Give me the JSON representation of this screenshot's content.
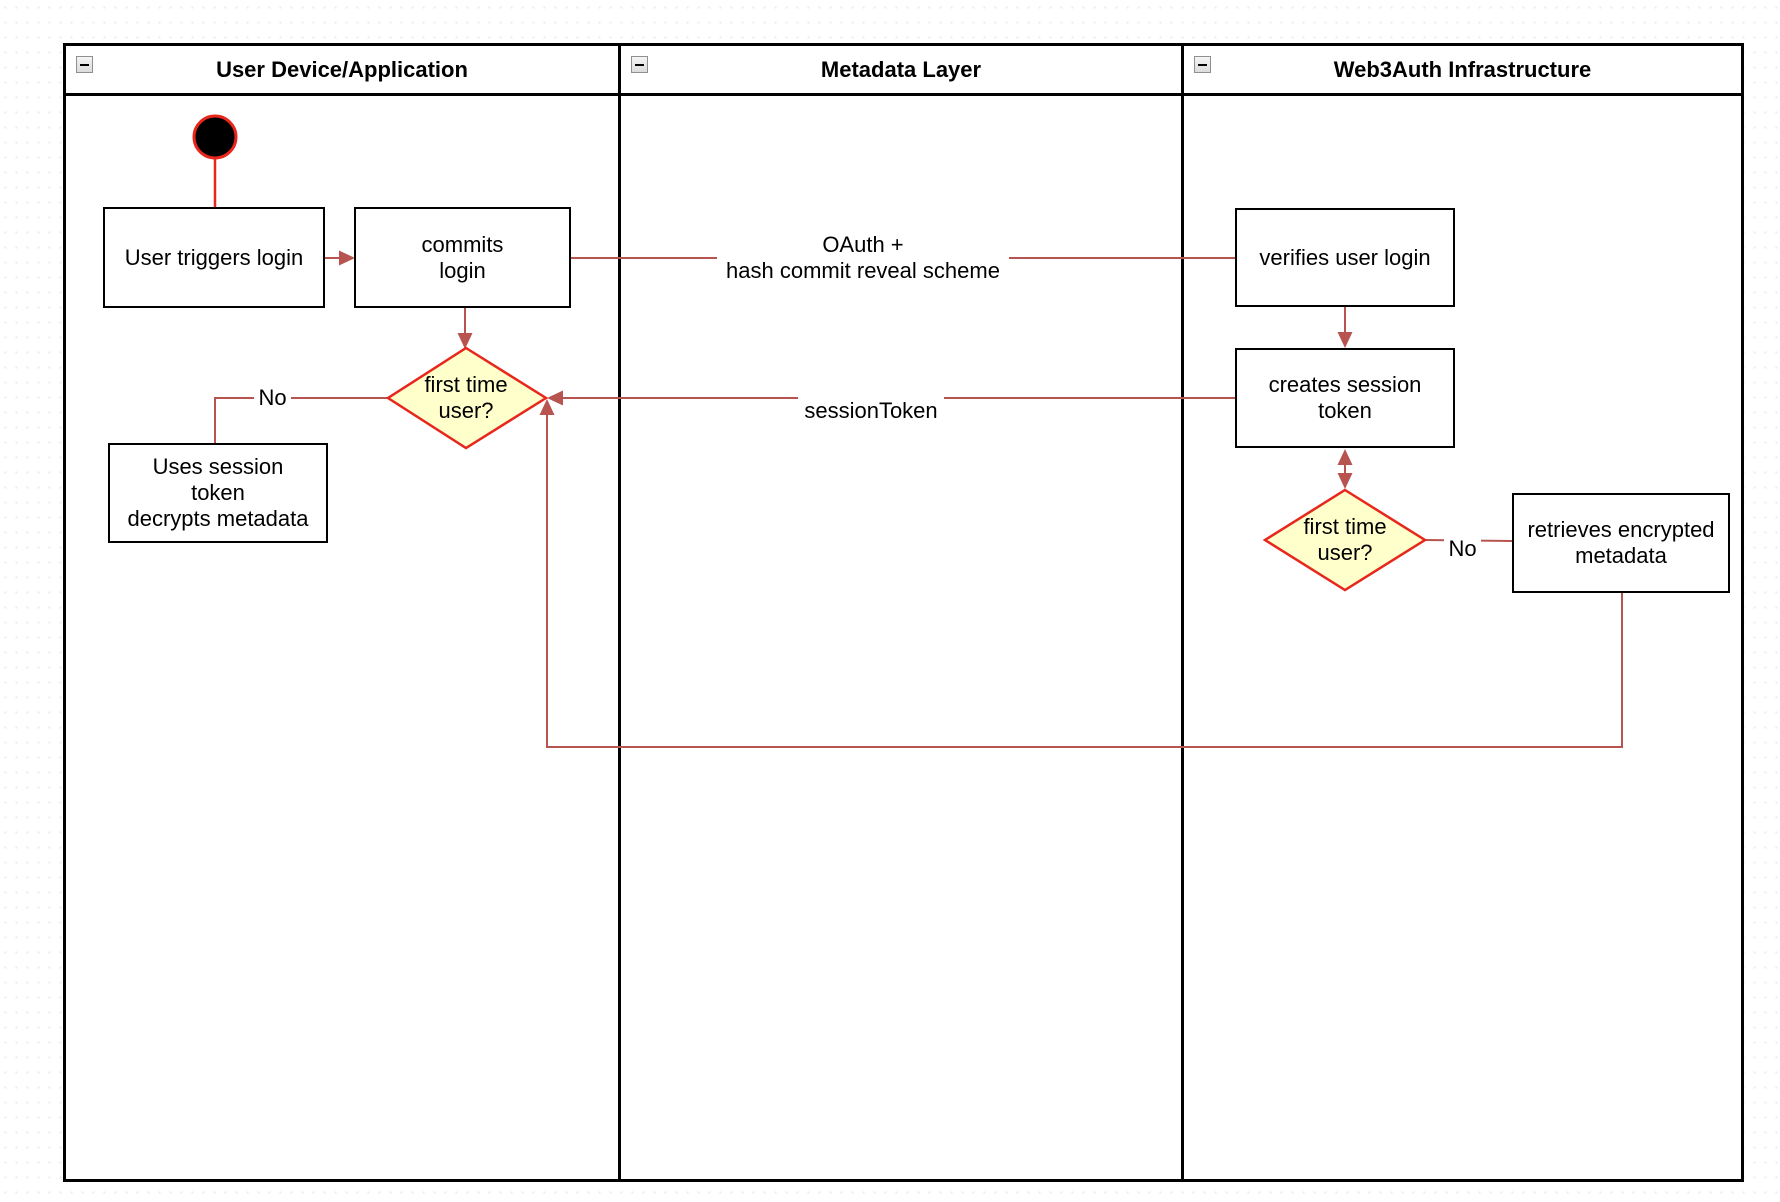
{
  "lanes": [
    {
      "title": "User Device/Application"
    },
    {
      "title": "Metadata Layer"
    },
    {
      "title": "Web3Auth Infrastructure"
    }
  ],
  "nodes": {
    "start": {
      "type": "initial-node"
    },
    "user_triggers_login": {
      "label": "User triggers login"
    },
    "commits_login": {
      "label": "commits\nlogin"
    },
    "first_time_user_device": {
      "label": "first time\nuser?"
    },
    "uses_session_token": {
      "label": "Uses session\ntoken\ndecrypts metadata"
    },
    "verifies_user_login": {
      "label": "verifies user login"
    },
    "creates_session_token": {
      "label": "creates session\ntoken"
    },
    "first_time_user_infra": {
      "label": "first time\nuser?"
    },
    "retrieves_encrypted_metadata": {
      "label": "retrieves encrypted\nmetadata"
    }
  },
  "edges": {
    "oauth": {
      "label": "OAuth +\nhash commit reveal scheme"
    },
    "session_token": {
      "label": "sessionToken"
    },
    "no_device": {
      "label": "No"
    },
    "no_infra": {
      "label": "No"
    }
  },
  "colors": {
    "connector": "#b85450",
    "shape_accent": "#e8261c",
    "decision_fill": "#ffffcc",
    "node_border": "#000000",
    "lane_border": "#000000"
  }
}
